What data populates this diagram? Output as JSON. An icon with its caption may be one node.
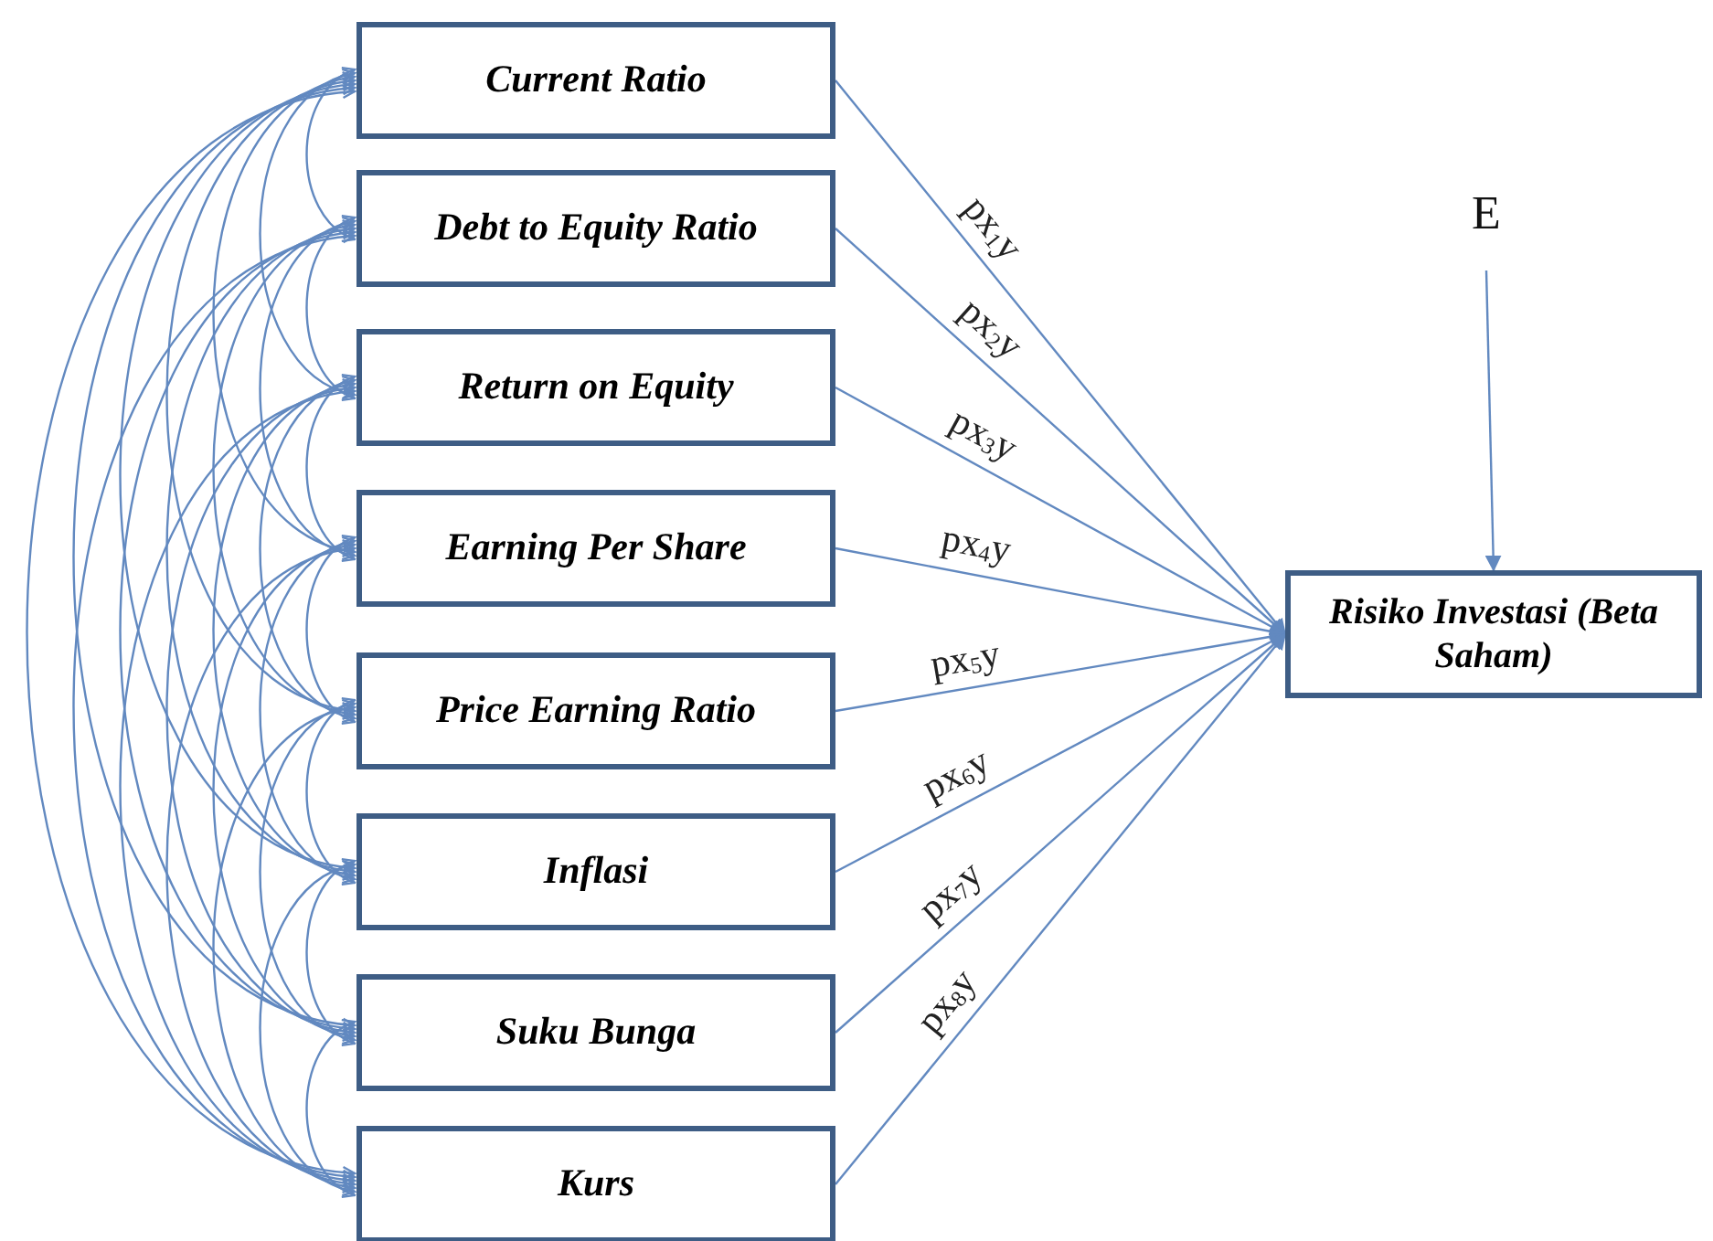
{
  "diagram": {
    "nodes": [
      {
        "text": [
          "Current Ratio"
        ]
      },
      {
        "text": [
          "Debt to Equity Ratio"
        ]
      },
      {
        "text": [
          "Return on Equity"
        ]
      },
      {
        "text": [
          "Earning Per Share"
        ]
      },
      {
        "text": [
          "Price Earning Ratio"
        ]
      },
      {
        "text": [
          "Inflasi"
        ]
      },
      {
        "text": [
          "Suku Bunga"
        ]
      },
      {
        "text": [
          "Kurs"
        ]
      },
      {
        "text": [
          "Risiko Investasi (Beta Saham)"
        ]
      },
      {
        "text": [
          "E"
        ]
      }
    ],
    "edges": [
      {
        "from": 0,
        "to": 8,
        "arrow": "to",
        "label": "px$_{1}$y"
      },
      {
        "from": 1,
        "to": 8,
        "arrow": "to",
        "label": "px$_{2}$y"
      },
      {
        "from": 2,
        "to": 8,
        "arrow": "to",
        "label": "px$_{3}$y"
      },
      {
        "from": 3,
        "to": 8,
        "arrow": "to",
        "label": "px$_{4}$y"
      },
      {
        "from": 4,
        "to": 8,
        "arrow": "to",
        "label": "px$_{5}$y"
      },
      {
        "from": 5,
        "to": 8,
        "arrow": "to",
        "label": "px$_{6}$y"
      },
      {
        "from": 6,
        "to": 8,
        "arrow": "to",
        "label": "px$_{7}$y"
      },
      {
        "from": 7,
        "to": 8,
        "arrow": "to",
        "label": "px$_{8}$y"
      },
      {
        "from": 9,
        "to": 8,
        "arrow": "to"
      },
      {
        "from": 0,
        "to": 1,
        "arrow": "both"
      },
      {
        "from": 0,
        "to": 2,
        "arrow": "both"
      },
      {
        "from": 0,
        "to": 3,
        "arrow": "both"
      },
      {
        "from": 0,
        "to": 4,
        "arrow": "both"
      },
      {
        "from": 0,
        "to": 5,
        "arrow": "both"
      },
      {
        "from": 0,
        "to": 6,
        "arrow": "both"
      },
      {
        "from": 0,
        "to": 7,
        "arrow": "both"
      },
      {
        "from": 1,
        "to": 2,
        "arrow": "both"
      },
      {
        "from": 1,
        "to": 3,
        "arrow": "both"
      },
      {
        "from": 1,
        "to": 4,
        "arrow": "both"
      },
      {
        "from": 1,
        "to": 5,
        "arrow": "both"
      },
      {
        "from": 1,
        "to": 6,
        "arrow": "both"
      },
      {
        "from": 1,
        "to": 7,
        "arrow": "both"
      },
      {
        "from": 2,
        "to": 3,
        "arrow": "both"
      },
      {
        "from": 2,
        "to": 4,
        "arrow": "both"
      },
      {
        "from": 2,
        "to": 5,
        "arrow": "both"
      },
      {
        "from": 2,
        "to": 6,
        "arrow": "both"
      },
      {
        "from": 2,
        "to": 7,
        "arrow": "both"
      },
      {
        "from": 3,
        "to": 4,
        "arrow": "both"
      },
      {
        "from": 3,
        "to": 5,
        "arrow": "both"
      },
      {
        "from": 3,
        "to": 6,
        "arrow": "both"
      },
      {
        "from": 3,
        "to": 7,
        "arrow": "both"
      },
      {
        "from": 4,
        "to": 5,
        "arrow": "both"
      },
      {
        "from": 4,
        "to": 6,
        "arrow": "both"
      },
      {
        "from": 4,
        "to": 7,
        "arrow": "both"
      },
      {
        "from": 5,
        "to": 6,
        "arrow": "both"
      },
      {
        "from": 5,
        "to": 7,
        "arrow": "both"
      },
      {
        "from": 6,
        "to": 7,
        "arrow": "both"
      }
    ]
  }
}
